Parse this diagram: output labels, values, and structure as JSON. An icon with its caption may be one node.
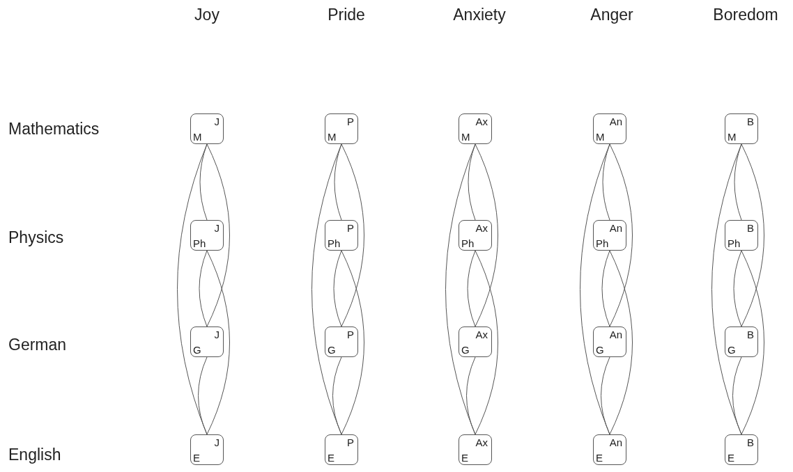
{
  "diagram": {
    "nodes": [
      {
        "text": [
          "J",
          "M"
        ]
      },
      {
        "text": [
          "P",
          "M"
        ]
      },
      {
        "text": [
          "Ax",
          "M"
        ]
      },
      {
        "text": [
          "An",
          "M"
        ]
      },
      {
        "text": [
          "B",
          "M"
        ]
      },
      {
        "text": [
          "J",
          "Ph"
        ]
      },
      {
        "text": [
          "P",
          "Ph"
        ]
      },
      {
        "text": [
          "Ax",
          "Ph"
        ]
      },
      {
        "text": [
          "An",
          "Ph"
        ]
      },
      {
        "text": [
          "B",
          "Ph"
        ]
      },
      {
        "text": [
          "J",
          "G"
        ]
      },
      {
        "text": [
          "P",
          "G"
        ]
      },
      {
        "text": [
          "Ax",
          "G"
        ]
      },
      {
        "text": [
          "An",
          "G"
        ]
      },
      {
        "text": [
          "B",
          "G"
        ]
      },
      {
        "text": [
          "J",
          "E"
        ]
      },
      {
        "text": [
          "P",
          "E"
        ]
      },
      {
        "text": [
          "Ax",
          "E"
        ]
      },
      {
        "text": [
          "An",
          "E"
        ]
      },
      {
        "text": [
          "B",
          "E"
        ]
      }
    ],
    "edges": [
      {
        "from": 0,
        "to": 5,
        "arrow": "none"
      },
      {
        "from": 0,
        "to": 10,
        "arrow": "none"
      },
      {
        "from": 0,
        "to": 15,
        "arrow": "none"
      },
      {
        "from": 5,
        "to": 10,
        "arrow": "none"
      },
      {
        "from": 5,
        "to": 15,
        "arrow": "none"
      },
      {
        "from": 10,
        "to": 15,
        "arrow": "none"
      },
      {
        "from": 1,
        "to": 6,
        "arrow": "none"
      },
      {
        "from": 1,
        "to": 11,
        "arrow": "none"
      },
      {
        "from": 1,
        "to": 16,
        "arrow": "none"
      },
      {
        "from": 6,
        "to": 11,
        "arrow": "none"
      },
      {
        "from": 6,
        "to": 16,
        "arrow": "none"
      },
      {
        "from": 11,
        "to": 16,
        "arrow": "none"
      },
      {
        "from": 2,
        "to": 7,
        "arrow": "none"
      },
      {
        "from": 2,
        "to": 12,
        "arrow": "none"
      },
      {
        "from": 2,
        "to": 17,
        "arrow": "none"
      },
      {
        "from": 7,
        "to": 12,
        "arrow": "none"
      },
      {
        "from": 7,
        "to": 17,
        "arrow": "none"
      },
      {
        "from": 12,
        "to": 17,
        "arrow": "none"
      },
      {
        "from": 3,
        "to": 8,
        "arrow": "none"
      },
      {
        "from": 3,
        "to": 13,
        "arrow": "none"
      },
      {
        "from": 3,
        "to": 18,
        "arrow": "none"
      },
      {
        "from": 8,
        "to": 13,
        "arrow": "none"
      },
      {
        "from": 8,
        "to": 18,
        "arrow": "none"
      },
      {
        "from": 13,
        "to": 18,
        "arrow": "none"
      },
      {
        "from": 4,
        "to": 9,
        "arrow": "none"
      },
      {
        "from": 4,
        "to": 14,
        "arrow": "none"
      },
      {
        "from": 4,
        "to": 19,
        "arrow": "none"
      },
      {
        "from": 9,
        "to": 14,
        "arrow": "none"
      },
      {
        "from": 9,
        "to": 19,
        "arrow": "none"
      },
      {
        "from": 14,
        "to": 19,
        "arrow": "none"
      }
    ],
    "labels": [
      "Joy",
      "Pride",
      "Anxiety",
      "Anger",
      "Boredom",
      "Mathematics",
      "Physics",
      "German",
      "English"
    ]
  }
}
